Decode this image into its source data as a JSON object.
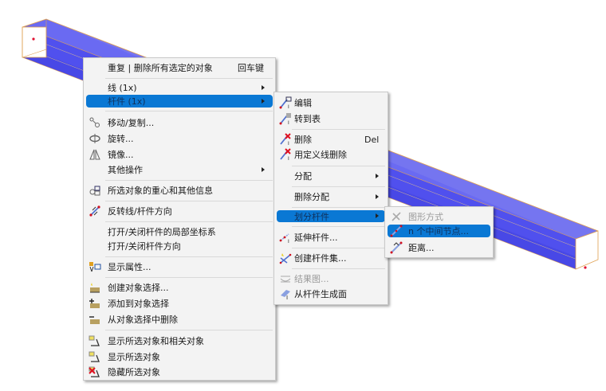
{
  "viewport": {
    "beam_color": "#5b5bf0",
    "edge_color": "#e0a050",
    "node_color": "#e01030"
  },
  "main_menu": {
    "items": [
      {
        "label": "重复 | 删除所有选定的对象",
        "shortcut": "回车键"
      },
      {
        "label": "线 (1x)",
        "submenu": true
      },
      {
        "label": "杆件 (1x)",
        "submenu": true,
        "highlighted": true
      },
      {
        "label": "移动/复制...",
        "icon": "move-copy-icon"
      },
      {
        "label": "旋转...",
        "icon": "rotate-icon"
      },
      {
        "label": "镜像...",
        "icon": "mirror-icon"
      },
      {
        "label": "其他操作",
        "submenu": true
      },
      {
        "label": "所选对象的重心和其他信息",
        "icon": "centroid-info-icon"
      },
      {
        "label": "反转线/杆件方向",
        "icon": "reverse-direction-icon"
      },
      {
        "label": "打开/关闭杆件的局部坐标系"
      },
      {
        "label": "打开/关闭杆件方向"
      },
      {
        "label": "显示属性...",
        "icon": "properties-icon"
      },
      {
        "label": "创建对象选择...",
        "icon": "create-selection-icon"
      },
      {
        "label": "添加到对象选择",
        "icon": "add-selection-icon"
      },
      {
        "label": "从对象选择中删除",
        "icon": "remove-selection-icon"
      },
      {
        "label": "显示所选对象和相关对象",
        "icon": "show-related-icon"
      },
      {
        "label": "显示所选对象",
        "icon": "show-selected-icon"
      },
      {
        "label": "隐藏所选对象",
        "icon": "hide-selected-icon"
      }
    ]
  },
  "member_submenu": {
    "items": [
      {
        "label": "编辑",
        "icon": "edit-member-icon"
      },
      {
        "label": "转到表",
        "icon": "go-to-table-icon"
      },
      {
        "label": "删除",
        "shortcut": "Del",
        "icon": "delete-icon"
      },
      {
        "label": "用定义线删除",
        "icon": "delete-by-line-icon"
      },
      {
        "label": "分配",
        "submenu": true
      },
      {
        "label": "删除分配",
        "submenu": true
      },
      {
        "label": "划分杆件",
        "submenu": true,
        "highlighted": true
      },
      {
        "label": "延伸杆件...",
        "icon": "extend-member-icon"
      },
      {
        "label": "创建杆件集...",
        "icon": "create-member-set-icon"
      },
      {
        "label": "结果图...",
        "icon": "result-diagram-icon",
        "disabled": true
      },
      {
        "label": "从杆件生成面",
        "icon": "surface-from-member-icon"
      }
    ]
  },
  "divide_submenu": {
    "items": [
      {
        "label": "图形方式",
        "icon": "graphical-icon",
        "disabled": true
      },
      {
        "label": "n 个中间节点...",
        "icon": "n-nodes-icon",
        "highlighted": true
      },
      {
        "label": "距离...",
        "icon": "distance-icon"
      }
    ]
  }
}
